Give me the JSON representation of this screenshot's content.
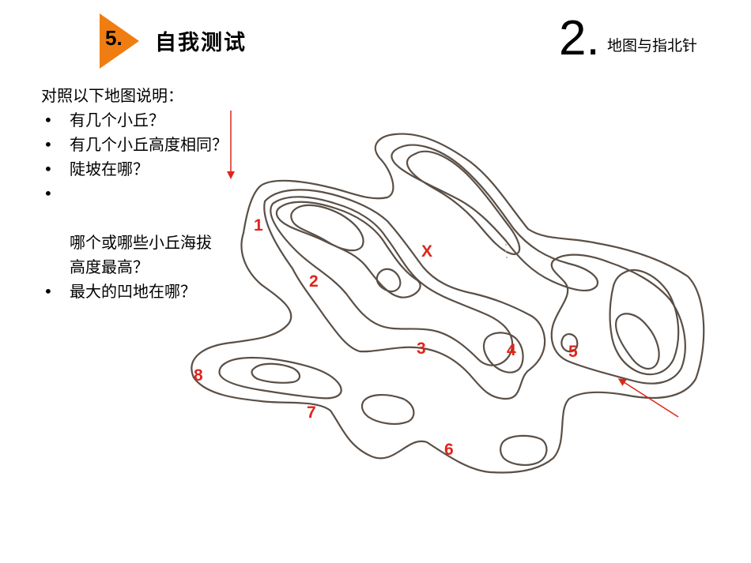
{
  "header": {
    "section_number": "5.",
    "section_title": "自我测试",
    "chapter_number": "2.",
    "chapter_title": "地图与指北针",
    "accent_color": "#f07d12"
  },
  "content": {
    "intro": "对照以下地图说明：",
    "bullet_symbol": "•",
    "questions": [
      "有几个小丘？",
      "有几个小丘高度相同？",
      "陡坡在哪？",
      "哪个或哪些小丘海拔\n高度最高？",
      "最大的凹地在哪？"
    ]
  },
  "map": {
    "label_color": "#e0241b",
    "line_color": "#5a4f46",
    "labels": {
      "l1": "1",
      "l2": "2",
      "l3": "3",
      "l4": "4",
      "l5": "5",
      "l6": "6",
      "l7": "7",
      "l8": "8",
      "lx": "X"
    }
  }
}
